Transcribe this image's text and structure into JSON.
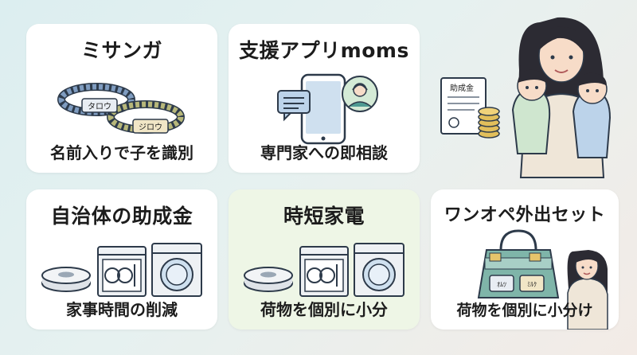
{
  "cards": [
    {
      "title": "ミサンガ",
      "caption": "名前入りで子を識別",
      "tag1": "タロウ",
      "tag2": "ジロウ"
    },
    {
      "title": "支援アプリmoms",
      "caption": "専門家への即相談"
    },
    {
      "title": "自治体の助成金",
      "caption": "家事時間の削減"
    },
    {
      "title": "時短家電",
      "caption": "荷物を個別に小分"
    },
    {
      "title": "ワンオペ外出セット",
      "caption": "荷物を個別に小分け",
      "pouch1": "ｵﾑﾂ",
      "pouch2": "ﾐﾙｸ"
    }
  ],
  "document_label": "助成金",
  "colors": {
    "card_bg": "#ffffff",
    "highlight_card_bg": "#eef6e6",
    "text": "#1c1c1c",
    "bag_teal": "#7fb5a9"
  }
}
